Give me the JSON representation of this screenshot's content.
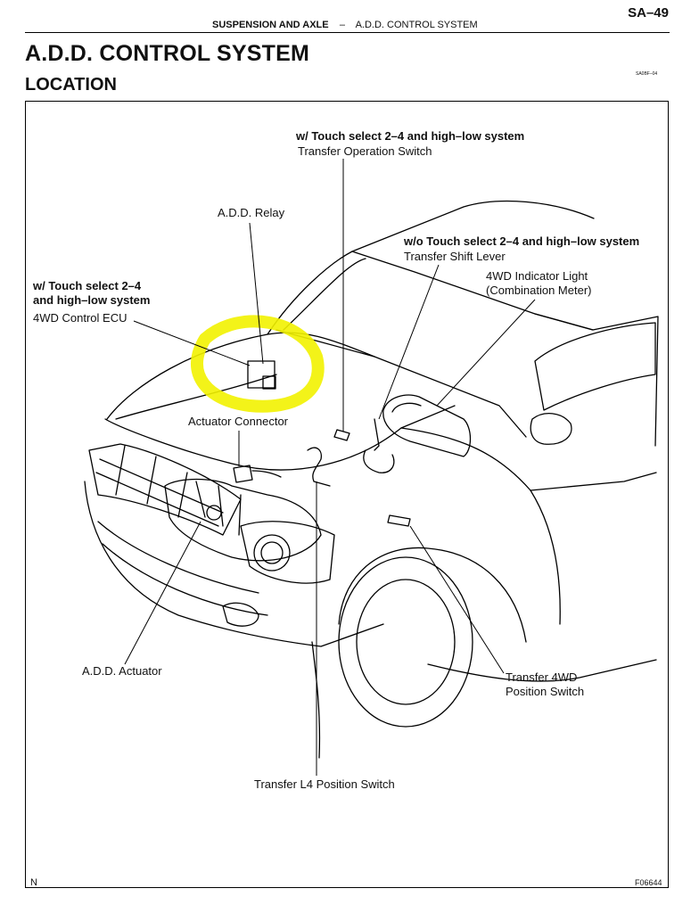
{
  "header": {
    "page_number": "SA–49",
    "section": "SUSPENSION AND AXLE",
    "separator": "–",
    "subsection": "A.D.D. CONTROL SYSTEM"
  },
  "title": "A.D.D. CONTROL SYSTEM",
  "subtitle": "LOCATION",
  "figure_code_top": "SA0BF–04",
  "labels": {
    "touch_select_top": "w/ Touch select 2–4 and high–low system",
    "transfer_operation_switch": "Transfer Operation Switch",
    "add_relay": "A.D.D. Relay",
    "wo_touch_select": "w/o Touch select 2–4 and high–low system",
    "transfer_shift_lever": "Transfer Shift Lever",
    "indicator_light_1": "4WD Indicator Light",
    "indicator_light_2": "(Combination Meter)",
    "touch_select_left_1": "w/ Touch select 2–4",
    "touch_select_left_2": "and high–low system",
    "control_ecu": "4WD Control ECU",
    "actuator_connector": "Actuator Connector",
    "add_actuator": "A.D.D. Actuator",
    "transfer_4wd_pos_1": "Transfer 4WD",
    "transfer_4wd_pos_2": "Position Switch",
    "transfer_l4": "Transfer L4 Position Switch"
  },
  "footer": {
    "north": "N",
    "figure_code": "F06644"
  },
  "colors": {
    "highlight": "#f2f200",
    "line": "#000000"
  }
}
